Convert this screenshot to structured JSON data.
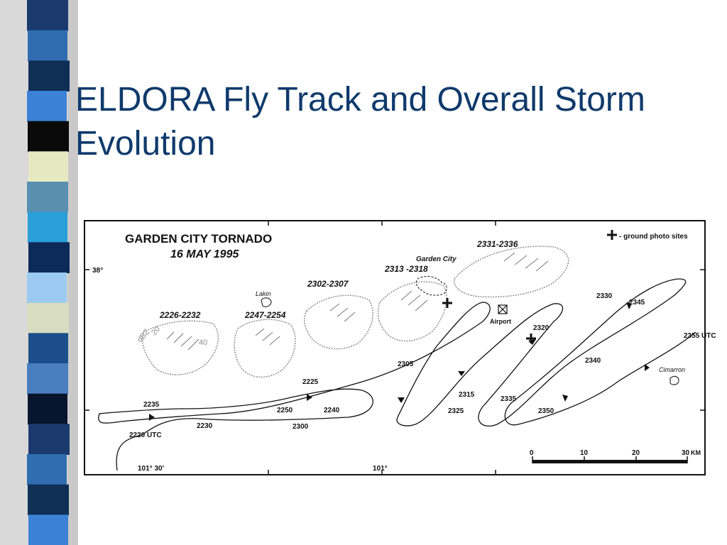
{
  "slide": {
    "title_line1": "ELDORA Fly Track and Overall Storm",
    "title_line2": "Evolution"
  },
  "colors": {
    "title": "#0f3a6b",
    "sidebar": [
      "#1a3a6e",
      "#2f6db0",
      "#0f2f55",
      "#3b82d6",
      "#0a0a0a",
      "#e6e8c2",
      "#5a8fb0",
      "#2aa0d8",
      "#0c2a5a",
      "#9ccaf0",
      "#d8dcc0",
      "#1b4e8a",
      "#4a7fbf",
      "#07162e"
    ]
  },
  "map": {
    "title_line1": "GARDEN CITY TORNADO",
    "title_line2": "16 MAY 1995",
    "legend": "- ground photo sites",
    "lat_label": "38°",
    "lon_labels": [
      "101° 30'",
      "101°"
    ],
    "towns": [
      "Lakin",
      "Garden City",
      "Airport",
      "Cimarron"
    ],
    "storm_periods": [
      "2226-2232",
      "2247-2254",
      "2302-2307",
      "2313 -2318",
      "2331-2336"
    ],
    "reflectivity_labels": [
      "dBZ",
      "20",
      "40"
    ],
    "track_times": [
      "2220 UTC",
      "2225",
      "2230",
      "2235",
      "2240",
      "2250",
      "2300",
      "2305",
      "2315",
      "2320",
      "2325",
      "2330",
      "2335",
      "2340",
      "2345",
      "2350",
      "2355 UTC"
    ],
    "scale": {
      "ticks": [
        "0",
        "10",
        "20",
        "30"
      ],
      "unit": "KM"
    }
  }
}
